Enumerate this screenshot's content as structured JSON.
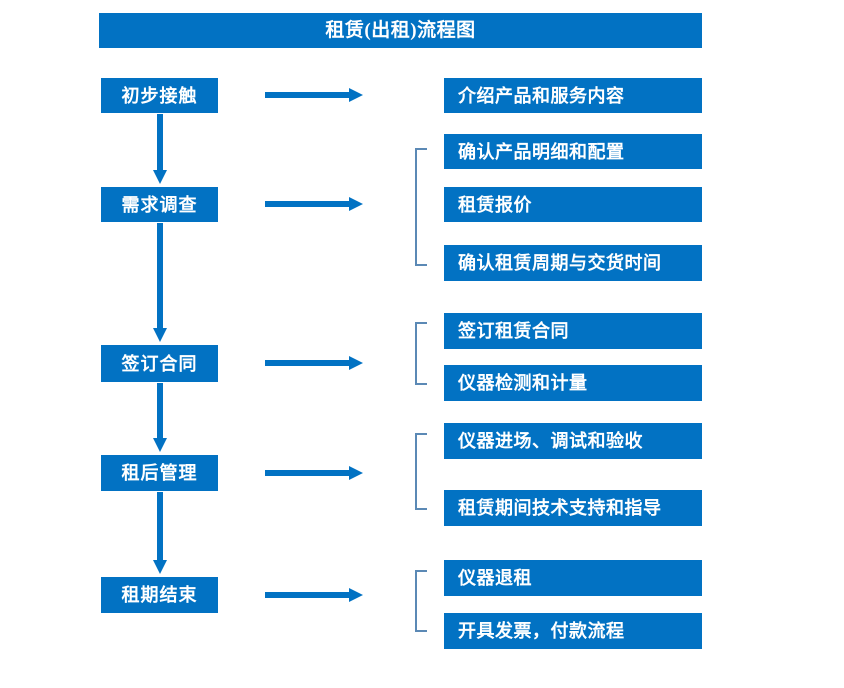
{
  "diagram": {
    "title": "租赁(出租)流程图",
    "colors": {
      "box_fill": "#0272C3",
      "box_text": "#ffffff",
      "arrow": "#0272C3",
      "bracket": "#5B89B5",
      "background": "#ffffff"
    },
    "stages": [
      {
        "id": "stage-1",
        "label": "初步接触"
      },
      {
        "id": "stage-2",
        "label": "需求调查"
      },
      {
        "id": "stage-3",
        "label": "签订合同"
      },
      {
        "id": "stage-4",
        "label": "租后管理"
      },
      {
        "id": "stage-5",
        "label": "租期结束"
      }
    ],
    "details": [
      {
        "id": "detail-1-1",
        "label": "介绍产品和服务内容",
        "group": 1
      },
      {
        "id": "detail-2-1",
        "label": "确认产品明细和配置",
        "group": 2
      },
      {
        "id": "detail-2-2",
        "label": "租赁报价",
        "group": 2
      },
      {
        "id": "detail-2-3",
        "label": "确认租赁周期与交货时间",
        "group": 2
      },
      {
        "id": "detail-3-1",
        "label": "签订租赁合同",
        "group": 3
      },
      {
        "id": "detail-3-2",
        "label": "仪器检测和计量",
        "group": 3
      },
      {
        "id": "detail-4-1",
        "label": "仪器进场、调试和验收",
        "group": 4
      },
      {
        "id": "detail-4-2",
        "label": "租赁期间技术支持和指导",
        "group": 4
      },
      {
        "id": "detail-5-1",
        "label": "仪器退租",
        "group": 5
      },
      {
        "id": "detail-5-2",
        "label": "开具发票，付款流程",
        "group": 5
      }
    ],
    "connectors": {
      "right_arrow_count": 5,
      "down_arrow_count": 4,
      "bracket_count": 4
    }
  }
}
